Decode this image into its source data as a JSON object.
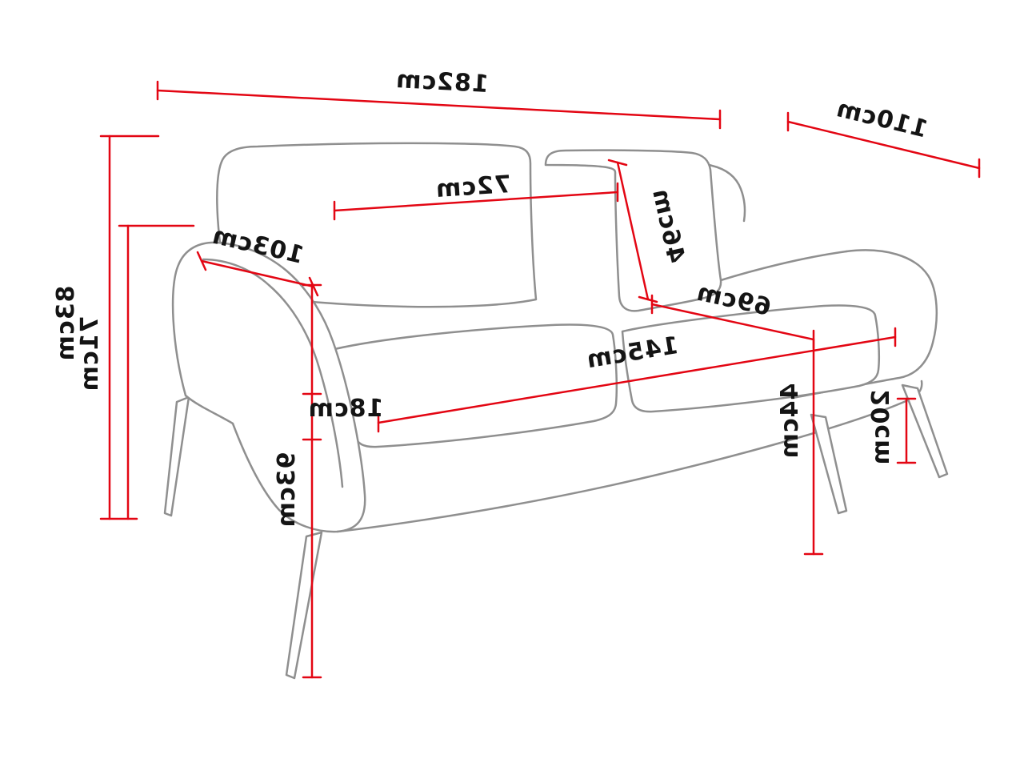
{
  "diagram": {
    "type": "furniture-dimension-drawing",
    "subject": "three-seat sofa with metal legs",
    "unit": "cm",
    "text_style": "mirrored",
    "colors": {
      "dimension": "#e30613",
      "outline": "#8f8f8f",
      "text": "#141414",
      "background": "#ffffff"
    },
    "labels": {
      "overall_width": "182cm",
      "overall_depth": "110cm",
      "overall_height": "83cm",
      "back_height": "71cm",
      "arm_depth": "103cm",
      "back_cushion_width": "72cm",
      "back_cushion_height": "46cm",
      "seat_depth": "69cm",
      "seat_width": "145cm",
      "arm_width": "18cm",
      "arm_front_height": "93cm",
      "seat_height": "44cm",
      "leg_height": "20cm"
    }
  }
}
